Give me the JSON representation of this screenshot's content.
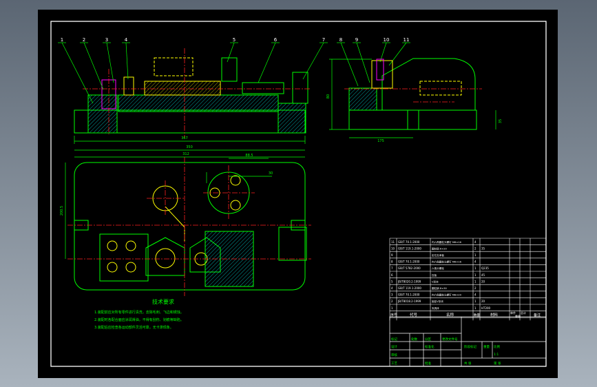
{
  "colors": {
    "background_top": "#5b6673",
    "background_bottom": "#a9b3bd",
    "sheet": "#000000",
    "border": "#ffffff",
    "outline_green": "#00ff00",
    "centerline_red": "#ff2020",
    "hidden_yellow": "#ffff00",
    "hatch_cyan": "#00cccc",
    "part_magenta": "#ff00ff"
  },
  "drawing": {
    "balloons": [
      "1",
      "2",
      "3",
      "4",
      "5",
      "6",
      "7",
      "8",
      "9",
      "10",
      "11"
    ],
    "dims": {
      "front_length": "367",
      "front_base": "350",
      "side_height": "80",
      "side_right": "35",
      "side_bottom": "175",
      "plan_top": "312",
      "plan_off_1": "88.5",
      "plan_off_2": "30",
      "plan_left": "200.5"
    },
    "tech_req": {
      "title": "技术要求",
      "lines": [
        "1.装配前应对所有零件进行清洗，去除毛刺、飞边和锈蚀。",
        "2.装配时各配合面应涂润滑油，不得有刮伤、划痕等缺陷。",
        "3.装配后应检查各运动部件灵活可靠，无卡滞现象。"
      ]
    }
  },
  "title_block": {
    "parts": [
      {
        "no": "11",
        "code": "GB/T 70.1-2000",
        "name": "内六角圆柱头螺钉 M8×16",
        "qty": "4",
        "material": ""
      },
      {
        "no": "10",
        "code": "GB/T 119.1-2000",
        "name": "圆柱销 6×20",
        "qty": "2",
        "material": "35"
      },
      {
        "no": "9",
        "code": "",
        "name": "定位支承板",
        "qty": "1",
        "material": ""
      },
      {
        "no": "8",
        "code": "GB/T 70.1-2000",
        "name": "内六角圆柱头螺钉 M6×16",
        "qty": "4",
        "material": ""
      },
      {
        "no": "7",
        "code": "GB/T 5782-2000",
        "name": "六角头螺栓",
        "qty": "1",
        "material": "Q235"
      },
      {
        "no": "6",
        "code": "",
        "name": "压板",
        "qty": "1",
        "material": "45"
      },
      {
        "no": "5",
        "code": "JB/T8020.2-1999",
        "name": "V形块",
        "qty": "1",
        "material": "20"
      },
      {
        "no": "4",
        "code": "GB/T 119.1-2000",
        "name": "圆柱销 8×30",
        "qty": "2",
        "material": ""
      },
      {
        "no": "3",
        "code": "GB/T 70.1-2000",
        "name": "内六角圆柱头螺钉 M8×20",
        "qty": "4",
        "material": ""
      },
      {
        "no": "2",
        "code": "JB/T8018.2-1999",
        "name": "固定V形块",
        "qty": "1",
        "material": "20"
      },
      {
        "no": "1",
        "code": "",
        "name": "夹具体",
        "qty": "1",
        "material": "HT200"
      }
    ],
    "headers": {
      "no": "序号",
      "code": "代号",
      "name": "名称",
      "qty": "数量",
      "material": "材料",
      "unit_w": "单件",
      "total_w": "总计",
      "weight": "重量",
      "remark": "备注"
    },
    "signature": {
      "mark": "标记",
      "count": "处数",
      "zone": "分区",
      "change_no": "更改文件号",
      "sign": "签名",
      "date": "年月日",
      "designer": "设计",
      "std": "标准化",
      "stage_mark": "阶段标记",
      "weight": "重量",
      "scale": "比例",
      "review": "审核",
      "craft": "工艺",
      "approve": "批准",
      "sheet_total": "共 张",
      "sheet_no": "第 张",
      "scale_value": "1:1"
    }
  }
}
